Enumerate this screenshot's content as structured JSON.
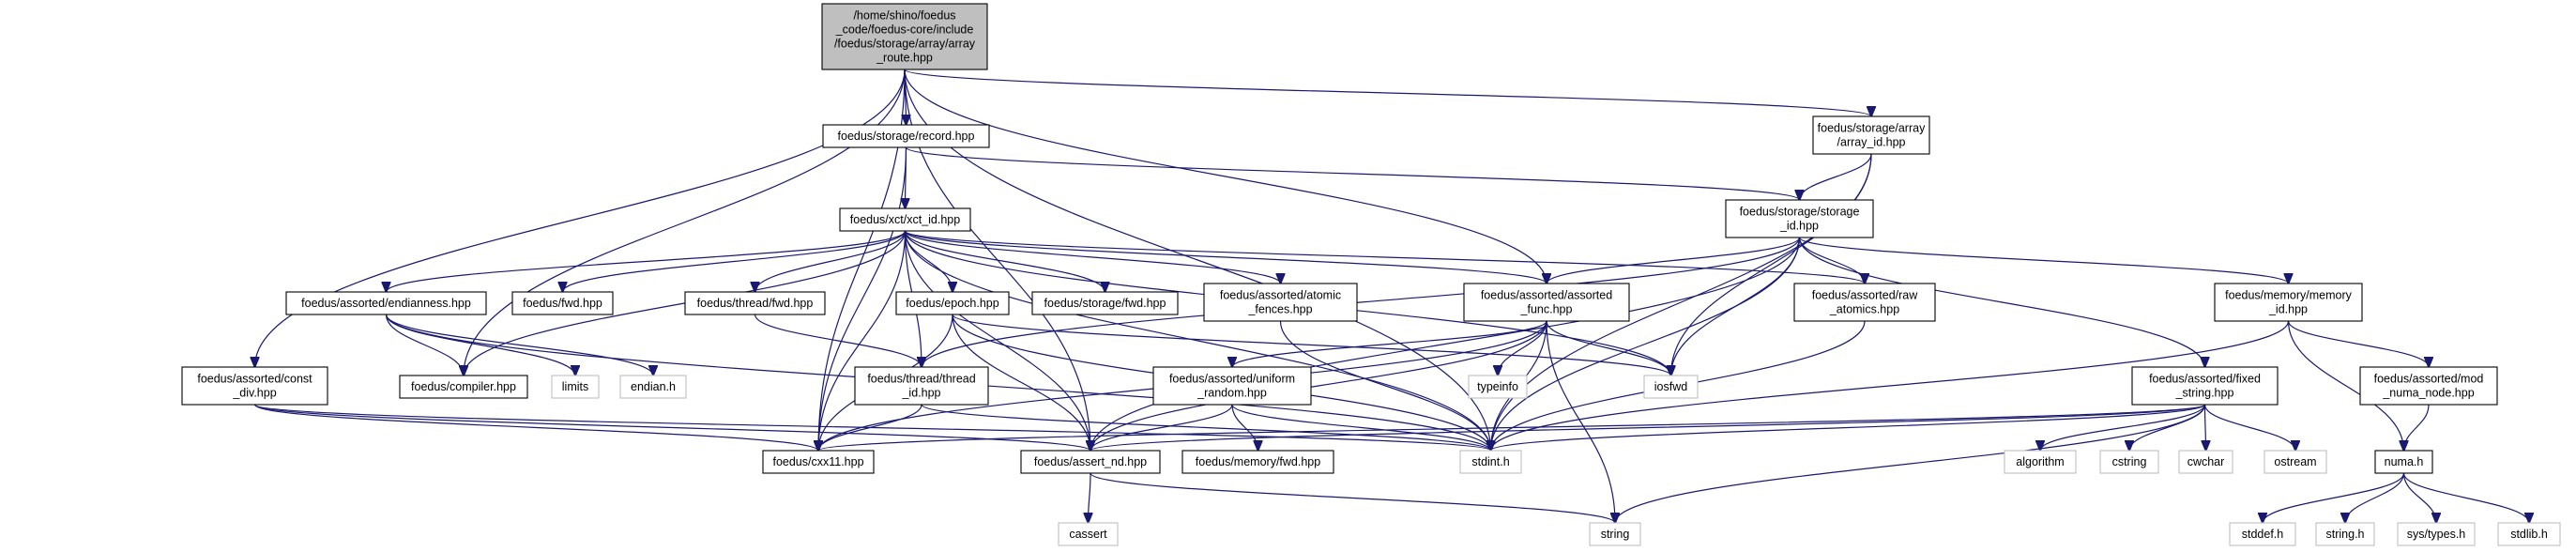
{
  "graph": {
    "colors": {
      "edge": "#191970",
      "arrowhead": "#191970",
      "root_fill": "#bfbfbf",
      "root_stroke": "#000000",
      "node_fill": "#ffffff",
      "node_stroke": "#000000",
      "external_stroke": "#bfbfbf",
      "text": "#000000"
    },
    "nodes": [
      {
        "id": "root",
        "kind": "root",
        "lines": [
          "/home/shino/foedus",
          "_code/foedus-core/include",
          "/foedus/storage/array/array",
          "_route.hpp"
        ]
      },
      {
        "id": "record",
        "kind": "file",
        "lines": [
          "foedus/storage/record.hpp"
        ]
      },
      {
        "id": "array_id",
        "kind": "file",
        "lines": [
          "foedus/storage/array",
          "/array_id.hpp"
        ]
      },
      {
        "id": "xct_id",
        "kind": "file",
        "lines": [
          "foedus/xct/xct_id.hpp"
        ]
      },
      {
        "id": "storage_id",
        "kind": "file",
        "lines": [
          "foedus/storage/storage",
          "_id.hpp"
        ]
      },
      {
        "id": "endianness",
        "kind": "file",
        "lines": [
          "foedus/assorted/endianness.hpp"
        ]
      },
      {
        "id": "fwd",
        "kind": "file",
        "lines": [
          "foedus/fwd.hpp"
        ]
      },
      {
        "id": "thread_fwd",
        "kind": "file",
        "lines": [
          "foedus/thread/fwd.hpp"
        ]
      },
      {
        "id": "epoch",
        "kind": "file",
        "lines": [
          "foedus/epoch.hpp"
        ]
      },
      {
        "id": "storage_fwd",
        "kind": "file",
        "lines": [
          "foedus/storage/fwd.hpp"
        ]
      },
      {
        "id": "atomic_fences",
        "kind": "file",
        "lines": [
          "foedus/assorted/atomic",
          "_fences.hpp"
        ]
      },
      {
        "id": "assorted_func",
        "kind": "file",
        "lines": [
          "foedus/assorted/assorted",
          "_func.hpp"
        ]
      },
      {
        "id": "raw_atomics",
        "kind": "file",
        "lines": [
          "foedus/assorted/raw",
          "_atomics.hpp"
        ]
      },
      {
        "id": "memory_id",
        "kind": "file",
        "lines": [
          "foedus/memory/memory",
          "_id.hpp"
        ]
      },
      {
        "id": "const_div",
        "kind": "file",
        "lines": [
          "foedus/assorted/const",
          "_div.hpp"
        ]
      },
      {
        "id": "compiler",
        "kind": "file",
        "lines": [
          "foedus/compiler.hpp"
        ]
      },
      {
        "id": "limits",
        "kind": "external",
        "lines": [
          "limits"
        ]
      },
      {
        "id": "endian",
        "kind": "external",
        "lines": [
          "endian.h"
        ]
      },
      {
        "id": "thread_id",
        "kind": "file",
        "lines": [
          "foedus/thread/thread",
          "_id.hpp"
        ]
      },
      {
        "id": "uniform_random",
        "kind": "file",
        "lines": [
          "foedus/assorted/uniform",
          "_random.hpp"
        ]
      },
      {
        "id": "typeinfo",
        "kind": "external",
        "lines": [
          "typeinfo"
        ]
      },
      {
        "id": "iosfwd",
        "kind": "external",
        "lines": [
          "iosfwd"
        ]
      },
      {
        "id": "fixed_string",
        "kind": "file",
        "lines": [
          "foedus/assorted/fixed",
          "_string.hpp"
        ]
      },
      {
        "id": "mod_numa_node",
        "kind": "file",
        "lines": [
          "foedus/assorted/mod",
          "_numa_node.hpp"
        ]
      },
      {
        "id": "cxx11",
        "kind": "file",
        "lines": [
          "foedus/cxx11.hpp"
        ]
      },
      {
        "id": "assert_nd",
        "kind": "file",
        "lines": [
          "foedus/assert_nd.hpp"
        ]
      },
      {
        "id": "memory_fwd",
        "kind": "file",
        "lines": [
          "foedus/memory/fwd.hpp"
        ]
      },
      {
        "id": "stdint",
        "kind": "external",
        "lines": [
          "stdint.h"
        ]
      },
      {
        "id": "algorithm",
        "kind": "external",
        "lines": [
          "algorithm"
        ]
      },
      {
        "id": "cstring",
        "kind": "external",
        "lines": [
          "cstring"
        ]
      },
      {
        "id": "cwchar",
        "kind": "external",
        "lines": [
          "cwchar"
        ]
      },
      {
        "id": "ostream",
        "kind": "external",
        "lines": [
          "ostream"
        ]
      },
      {
        "id": "numa",
        "kind": "file",
        "lines": [
          "numa.h"
        ]
      },
      {
        "id": "cassert",
        "kind": "external",
        "lines": [
          "cassert"
        ]
      },
      {
        "id": "string",
        "kind": "external",
        "lines": [
          "string"
        ]
      },
      {
        "id": "stddef",
        "kind": "external",
        "lines": [
          "stddef.h"
        ]
      },
      {
        "id": "string_h",
        "kind": "external",
        "lines": [
          "string.h"
        ]
      },
      {
        "id": "sys_types",
        "kind": "external",
        "lines": [
          "sys/types.h"
        ]
      },
      {
        "id": "stdlib",
        "kind": "external",
        "lines": [
          "stdlib.h"
        ]
      }
    ],
    "edges": [
      [
        "root",
        "record"
      ],
      [
        "root",
        "array_id"
      ],
      [
        "root",
        "const_div"
      ],
      [
        "root",
        "cxx11"
      ],
      [
        "root",
        "compiler"
      ],
      [
        "root",
        "assert_nd"
      ],
      [
        "root",
        "assorted_func"
      ],
      [
        "root",
        "stdint"
      ],
      [
        "record",
        "xct_id"
      ],
      [
        "record",
        "storage_id"
      ],
      [
        "record",
        "cxx11"
      ],
      [
        "array_id",
        "storage_id"
      ],
      [
        "array_id",
        "iosfwd"
      ],
      [
        "array_id",
        "stdint"
      ],
      [
        "xct_id",
        "endianness"
      ],
      [
        "xct_id",
        "fwd"
      ],
      [
        "xct_id",
        "thread_fwd"
      ],
      [
        "xct_id",
        "epoch"
      ],
      [
        "xct_id",
        "storage_fwd"
      ],
      [
        "xct_id",
        "atomic_fences"
      ],
      [
        "xct_id",
        "assorted_func"
      ],
      [
        "xct_id",
        "raw_atomics"
      ],
      [
        "xct_id",
        "thread_id"
      ],
      [
        "xct_id",
        "compiler"
      ],
      [
        "xct_id",
        "cxx11"
      ],
      [
        "xct_id",
        "assert_nd"
      ],
      [
        "xct_id",
        "stdint"
      ],
      [
        "xct_id",
        "iosfwd"
      ],
      [
        "storage_id",
        "assorted_func"
      ],
      [
        "storage_id",
        "raw_atomics"
      ],
      [
        "storage_id",
        "memory_id"
      ],
      [
        "storage_id",
        "fixed_string"
      ],
      [
        "storage_id",
        "thread_id"
      ],
      [
        "storage_id",
        "iosfwd"
      ],
      [
        "storage_id",
        "stdint"
      ],
      [
        "storage_id",
        "assert_nd"
      ],
      [
        "endianness",
        "compiler"
      ],
      [
        "endianness",
        "limits"
      ],
      [
        "endianness",
        "endian"
      ],
      [
        "endianness",
        "stdint"
      ],
      [
        "thread_fwd",
        "thread_id"
      ],
      [
        "epoch",
        "cxx11"
      ],
      [
        "epoch",
        "assert_nd"
      ],
      [
        "epoch",
        "stdint"
      ],
      [
        "epoch",
        "iosfwd"
      ],
      [
        "atomic_fences",
        "stdint"
      ],
      [
        "assorted_func",
        "uniform_random"
      ],
      [
        "assorted_func",
        "typeinfo"
      ],
      [
        "assorted_func",
        "iosfwd"
      ],
      [
        "assorted_func",
        "stdint"
      ],
      [
        "assorted_func",
        "string"
      ],
      [
        "assorted_func",
        "cxx11"
      ],
      [
        "assorted_func",
        "assert_nd"
      ],
      [
        "raw_atomics",
        "stdint"
      ],
      [
        "memory_id",
        "mod_numa_node"
      ],
      [
        "memory_id",
        "numa"
      ],
      [
        "memory_id",
        "stdint"
      ],
      [
        "const_div",
        "cxx11"
      ],
      [
        "const_div",
        "assert_nd"
      ],
      [
        "const_div",
        "stdint"
      ],
      [
        "thread_id",
        "cxx11"
      ],
      [
        "thread_id",
        "stdint"
      ],
      [
        "uniform_random",
        "assert_nd"
      ],
      [
        "uniform_random",
        "memory_fwd"
      ],
      [
        "uniform_random",
        "stdint"
      ],
      [
        "fixed_string",
        "algorithm"
      ],
      [
        "fixed_string",
        "cstring"
      ],
      [
        "fixed_string",
        "cwchar"
      ],
      [
        "fixed_string",
        "ostream"
      ],
      [
        "fixed_string",
        "string"
      ],
      [
        "fixed_string",
        "stdint"
      ],
      [
        "fixed_string",
        "cxx11"
      ],
      [
        "fixed_string",
        "assert_nd"
      ],
      [
        "mod_numa_node",
        "numa"
      ],
      [
        "assert_nd",
        "cassert"
      ],
      [
        "assert_nd",
        "string"
      ],
      [
        "numa",
        "stddef"
      ],
      [
        "numa",
        "string_h"
      ],
      [
        "numa",
        "sys_types"
      ],
      [
        "numa",
        "stdlib"
      ]
    ]
  }
}
